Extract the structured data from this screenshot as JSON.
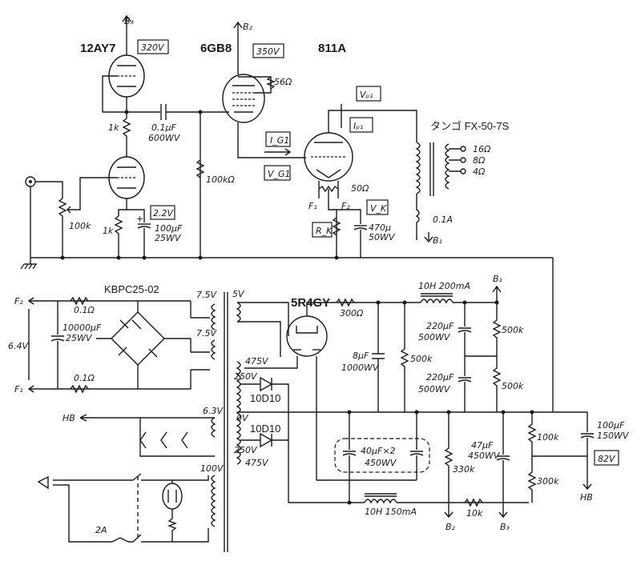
{
  "tubes": {
    "t1": "12AY7",
    "t2": "6GB8",
    "t3": "811A",
    "rect": "5R4GY"
  },
  "voltages": {
    "b3_box": "320V",
    "b2_box": "350V",
    "v22": "2.2V",
    "v82": "82V"
  },
  "supply": {
    "b3": "B₃",
    "b2": "B₂",
    "b1": "B₁",
    "b1_out": "B₁",
    "b2_out": "B₂",
    "b3_out": "B₃",
    "hb": "HB",
    "hb_out": "HB",
    "f1": "F₁",
    "f2": "F₂",
    "f1_tube": "F₁",
    "f2_tube": "F₂"
  },
  "meters": {
    "vp1": "Vₚ₁",
    "ip1": "Iₚ₁",
    "ig1": "I_G1",
    "vg1": "V_G1",
    "vk": "V_K",
    "rk": "R_K"
  },
  "resistors": {
    "r56": "56Ω",
    "r1k_a": "1k",
    "r100k_grid": "100kΩ",
    "pot100k": "100k",
    "r1k_b": "1k",
    "r50": "50Ω",
    "r01_top": "0.1Ω",
    "r01_bot": "0.1Ω",
    "r300": "300Ω",
    "r500_bleed": "500k",
    "r500_a": "500k",
    "r500_b": "500k",
    "r330": "330k",
    "r10k": "10k",
    "r100k_div": "100k",
    "r300k": "300k"
  },
  "capacitors": {
    "c_coupling_1": "0.1μF",
    "c_coupling_2": "600WV",
    "c_k1_1": "100μF",
    "c_k1_2": "25WV",
    "c_k2_1": "470μ",
    "c_k2_2": "50WV",
    "c_heater_1": "10000μF",
    "c_heater_2": "25WV",
    "c_8_1": "8μF",
    "c_8_2": "1000WV",
    "c_220a_1": "220μF",
    "c_220a_2": "500WV",
    "c_220b_1": "220μF",
    "c_220b_2": "500WV",
    "c_40_1": "40μF×2",
    "c_40_2": "450WV",
    "c_47_1": "47μF",
    "c_47_2": "450WV",
    "c_bias_1": "100μF",
    "c_bias_2": "150WV"
  },
  "transformer": {
    "name": "タンゴ FX-50-7S",
    "tap16": "16Ω",
    "tap8": "8Ω",
    "tap4": "4Ω",
    "fuse_out": "0.1A"
  },
  "power": {
    "bridge": "KBPC25-02",
    "v64": "6.4V",
    "s75a": "7.5V",
    "s75b": "7.5V",
    "s5v": "5V",
    "s475a": "475V",
    "s250a": "250V",
    "s0v": "0V",
    "s250b": "250V",
    "s475b": "475V",
    "s63": "6.3V",
    "s100": "100V",
    "diode_a": "10D10",
    "diode_b": "10D10",
    "choke_a": "10H 200mA",
    "choke_b": "10H 150mA",
    "fuse": "2A"
  }
}
